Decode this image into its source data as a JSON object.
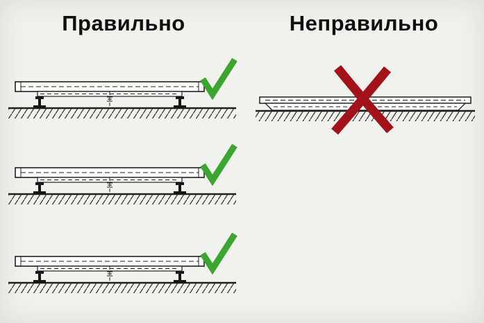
{
  "headers": {
    "correct": "Правильно",
    "incorrect": "Неправильно"
  },
  "marks": {
    "check_icon": "green check mark",
    "cross_icon": "red cross mark",
    "check_color": "#3aa52f",
    "cross_color": "#a31219"
  },
  "figures": [
    {
      "id": "correct-1",
      "column": "correct",
      "mark": "check",
      "depicts": "shower tray mounted on adjustable feet above hatched floor"
    },
    {
      "id": "correct-2",
      "column": "correct",
      "mark": "check",
      "depicts": "shower tray mounted on adjustable feet above hatched floor"
    },
    {
      "id": "correct-3",
      "column": "correct",
      "mark": "check",
      "depicts": "shower tray mounted on adjustable feet above hatched floor"
    },
    {
      "id": "incorrect-1",
      "column": "incorrect",
      "mark": "cross",
      "depicts": "shower tray lying directly on hatched floor"
    }
  ],
  "colors": {
    "background": "#f1f2ee",
    "line": "#1f1f1f"
  }
}
